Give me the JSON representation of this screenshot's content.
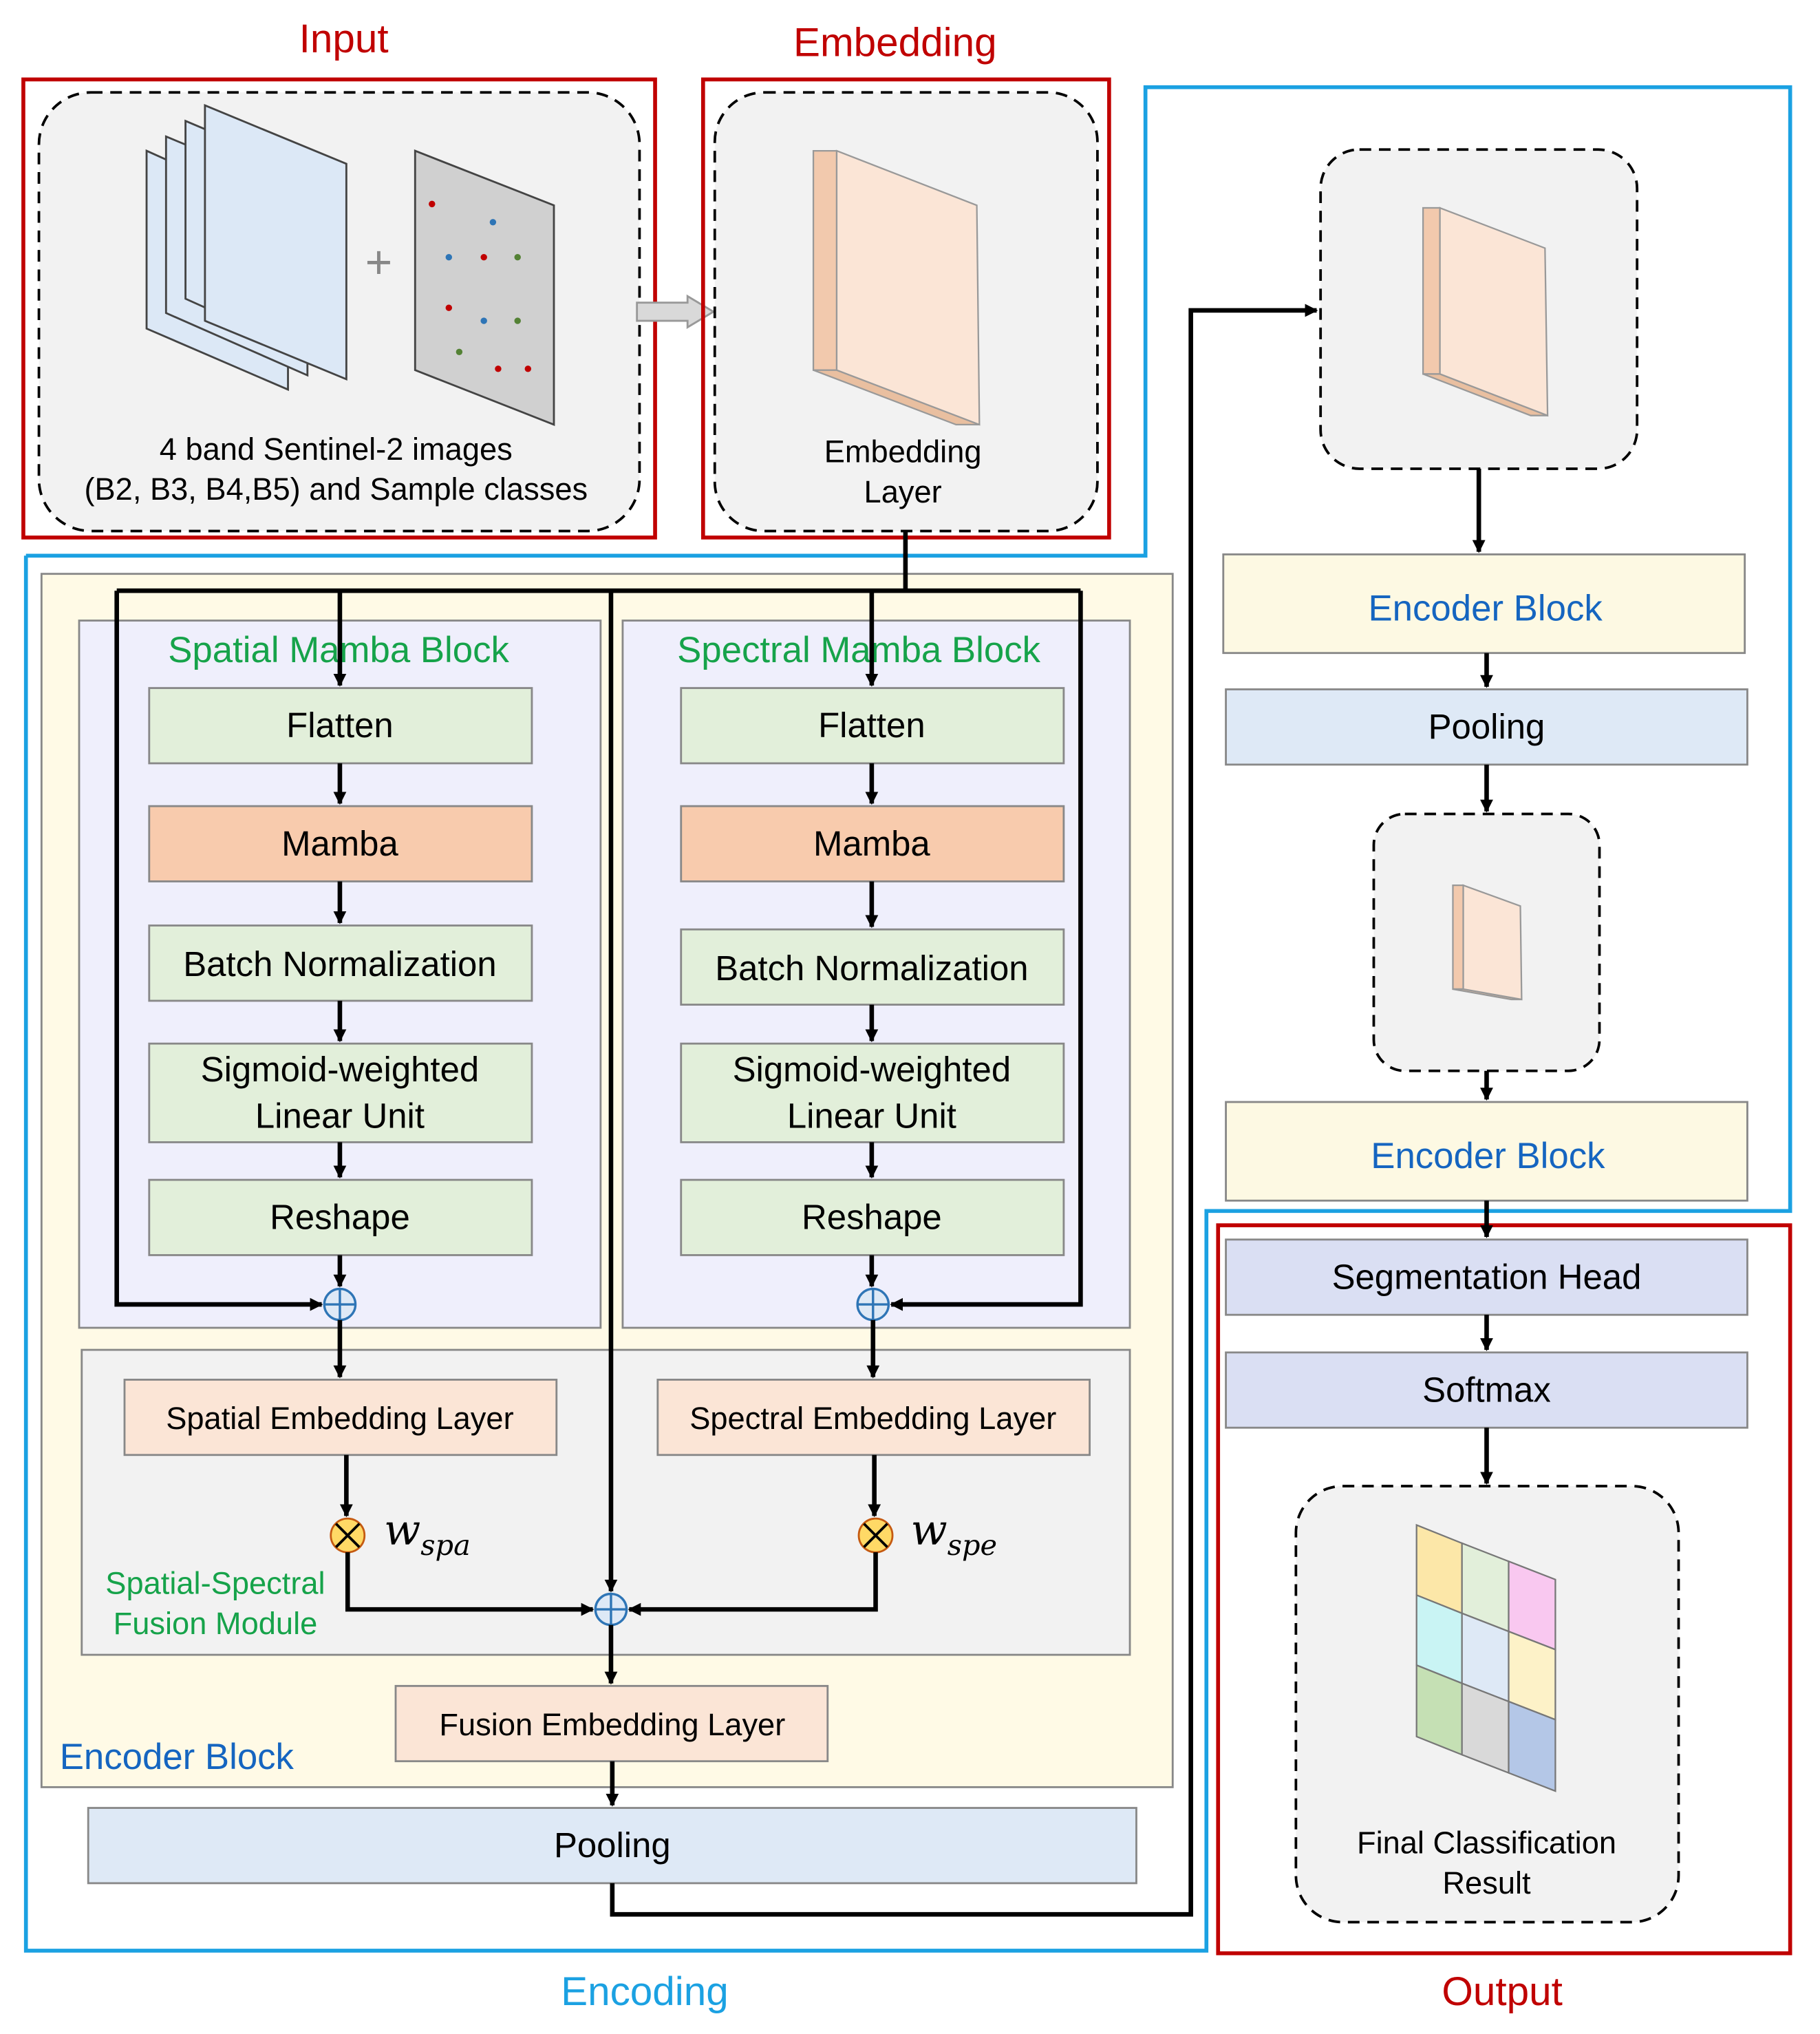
{
  "sections": {
    "input": "Input",
    "embedding": "Embedding",
    "encoding": "Encoding",
    "output": "Output"
  },
  "input_panel": {
    "caption_line1": "4 band Sentinel-2 images",
    "caption_line2": "(B2, B3, B4,B5) and Sample classes"
  },
  "embedding_panel": {
    "caption_line1": "Embedding",
    "caption_line2": "Layer"
  },
  "spatial_block": {
    "title": "Spatial Mamba Block",
    "flatten": "Flatten",
    "mamba": "Mamba",
    "batch_norm": "Batch Normalization",
    "silu_line1": "Sigmoid-weighted",
    "silu_line2": "Linear Unit",
    "reshape": "Reshape"
  },
  "spectral_block": {
    "title": "Spectral Mamba Block",
    "flatten": "Flatten",
    "mamba": "Mamba",
    "batch_norm": "Batch Normalization",
    "silu_line1": "Sigmoid-weighted",
    "silu_line2": "Linear Unit",
    "reshape": "Reshape"
  },
  "fusion": {
    "spatial_embedding": "Spatial Embedding Layer",
    "spectral_embedding": "Spectral Embedding Layer",
    "w_spa_base": "w",
    "w_spa_sub": "spa",
    "w_spe_base": "w",
    "w_spe_sub": "spe",
    "title_line1": "Spatial-Spectral",
    "title_line2": "Fusion Module",
    "fusion_embedding": "Fusion Embedding Layer"
  },
  "encoder_main": {
    "label": "Encoder Block",
    "pooling": "Pooling"
  },
  "right_column": {
    "encoder_block_1": "Encoder Block",
    "pooling": "Pooling",
    "encoder_block_2": "Encoder Block"
  },
  "output_panel": {
    "segmentation_head": "Segmentation Head",
    "softmax": "Softmax",
    "result_line1": "Final Classification",
    "result_line2": "Result"
  },
  "colors": {
    "section_red": "#c00000",
    "section_blue": "#1ba1e2",
    "green_text": "#16a34a",
    "blue_text": "#1565c0",
    "green_box": "#e2efda",
    "mamba_box": "#f8cbad",
    "embed_box": "#fbe5d6",
    "pool_box": "#dee9f6",
    "encoder_box": "#fdf9e3",
    "head_box": "#dadff3",
    "mamba_panel": "#efeffc",
    "outer_yellow": "#fffae6",
    "gray_panel": "#f2f2f2"
  }
}
